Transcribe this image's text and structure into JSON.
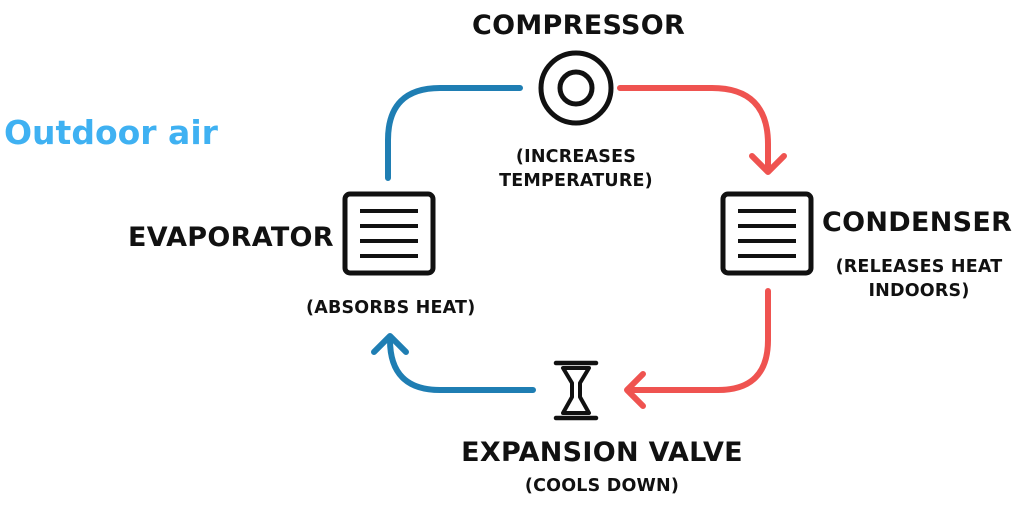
{
  "outdoor_label": "Outdoor air",
  "nodes": {
    "compressor": {
      "title": "COMPRESSOR",
      "note": "(INCREASES TEMPERATURE)",
      "note_line1": "(INCREASES",
      "note_line2": "TEMPERATURE)"
    },
    "condenser": {
      "title": "CONDENSER",
      "note_line1": "(RELEASES HEAT",
      "note_line2": "INDOORS)"
    },
    "expansion_valve": {
      "title": "EXPANSION VALVE",
      "note": "(COOLS DOWN)"
    },
    "evaporator": {
      "title": "EVAPORATOR",
      "note": "(ABSORBS HEAT)"
    }
  },
  "colors": {
    "hot_line": "#ef5350",
    "cold_line": "#1f7eb3",
    "outdoor_text": "#3fb1f2",
    "icon_stroke": "#111111"
  },
  "icons": {
    "compressor": "compressor-icon",
    "condenser": "heat-exchanger-icon",
    "evaporator": "heat-exchanger-icon",
    "expansion_valve": "valve-icon"
  }
}
